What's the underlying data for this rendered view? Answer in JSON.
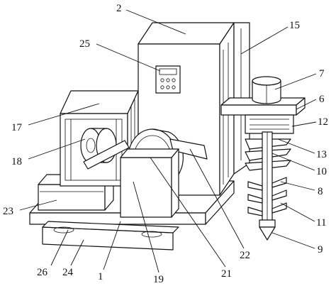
{
  "diagram": {
    "labels": {
      "l1": "1",
      "l2": "2",
      "l6": "6",
      "l7": "7",
      "l8": "8",
      "l9": "9",
      "l10": "10",
      "l11": "11",
      "l12": "12",
      "l13": "13",
      "l15": "15",
      "l17": "17",
      "l18": "18",
      "l19": "19",
      "l21": "21",
      "l22": "22",
      "l23": "23",
      "l24": "24",
      "l25": "25",
      "l26": "26"
    },
    "control_panel_display": "",
    "colors": {
      "line": "#111111",
      "background": "#ffffff"
    }
  }
}
